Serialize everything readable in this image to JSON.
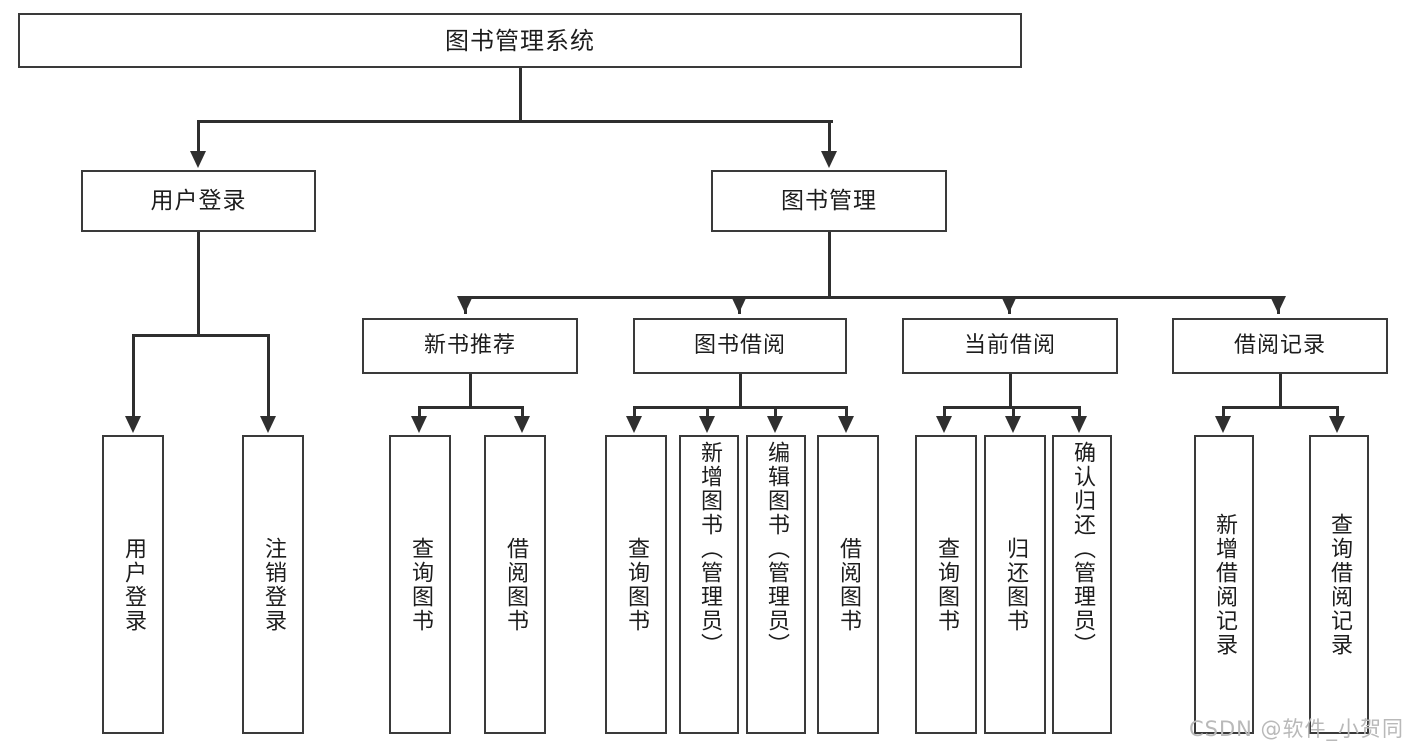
{
  "diagram": {
    "title": "图书管理系统",
    "type": "功能结构图",
    "root": {
      "label": "图书管理系统"
    },
    "level2": [
      {
        "label": "用户登录"
      },
      {
        "label": "图书管理"
      }
    ],
    "level3": [
      {
        "label": "新书推荐"
      },
      {
        "label": "图书借阅"
      },
      {
        "label": "当前借阅"
      },
      {
        "label": "借阅记录"
      }
    ],
    "leaves": [
      {
        "label": "用户登录"
      },
      {
        "label": "注销登录"
      },
      {
        "label": "查询图书"
      },
      {
        "label": "借阅图书"
      },
      {
        "label": "查询图书"
      },
      {
        "label": "新增图书（管理员）"
      },
      {
        "label": "编辑图书（管理员）"
      },
      {
        "label": "借阅图书"
      },
      {
        "label": "查询图书"
      },
      {
        "label": "归还图书"
      },
      {
        "label": "确认归还（管理员）"
      },
      {
        "label": "新增借阅记录"
      },
      {
        "label": "查询借阅记录"
      }
    ]
  },
  "watermark": {
    "text": "CSDN @软件_小贺同学"
  },
  "colors": {
    "border": "#3a3a3a",
    "connector": "#2f2f2f",
    "text": "#1d1d1d",
    "background": "#ffffff",
    "watermark": "#b9b9b9"
  }
}
